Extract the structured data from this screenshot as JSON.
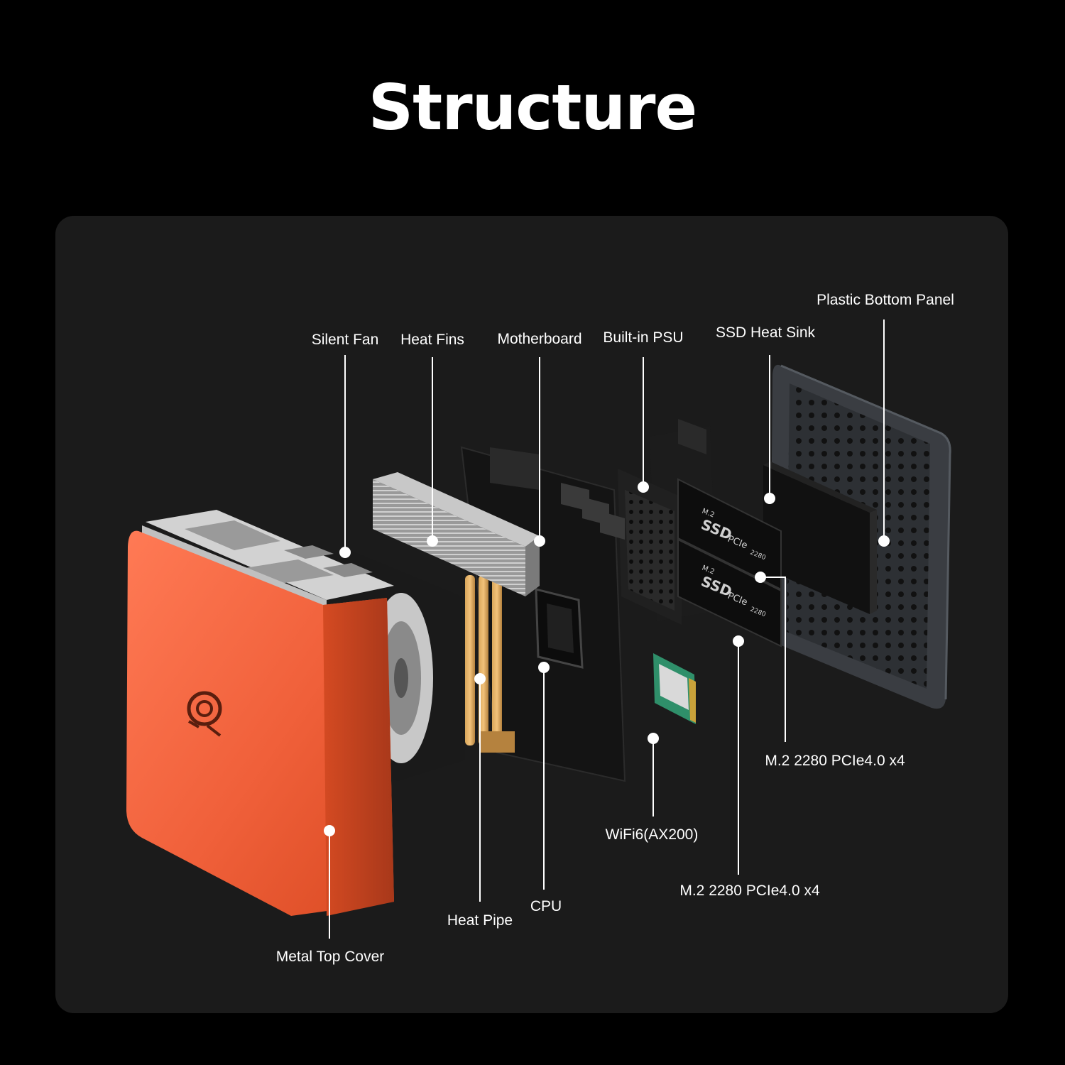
{
  "title": "Structure",
  "labels": {
    "silent_fan": "Silent Fan",
    "heat_fins": "Heat Fins",
    "motherboard": "Motherboard",
    "built_in_psu": "Built-in PSU",
    "ssd_heat_sink": "SSD Heat Sink",
    "plastic_bottom_panel": "Plastic Bottom Panel",
    "m2_slot_upper": "M.2 2280 PCIe4.0 x4",
    "wifi": "WiFi6(AX200)",
    "m2_slot_lower": "M.2 2280 PCIe4.0 x4",
    "cpu": "CPU",
    "heat_pipe": "Heat Pipe",
    "metal_top_cover": "Metal Top Cover"
  },
  "ssd_sticker": {
    "size": "M.2",
    "brand": "SSD",
    "interface": "PCIe",
    "form": "2280"
  },
  "colors": {
    "cover_orange": "#e8532a",
    "background": "#000000",
    "panel": "#1b1b1b",
    "callout": "#ffffff"
  }
}
